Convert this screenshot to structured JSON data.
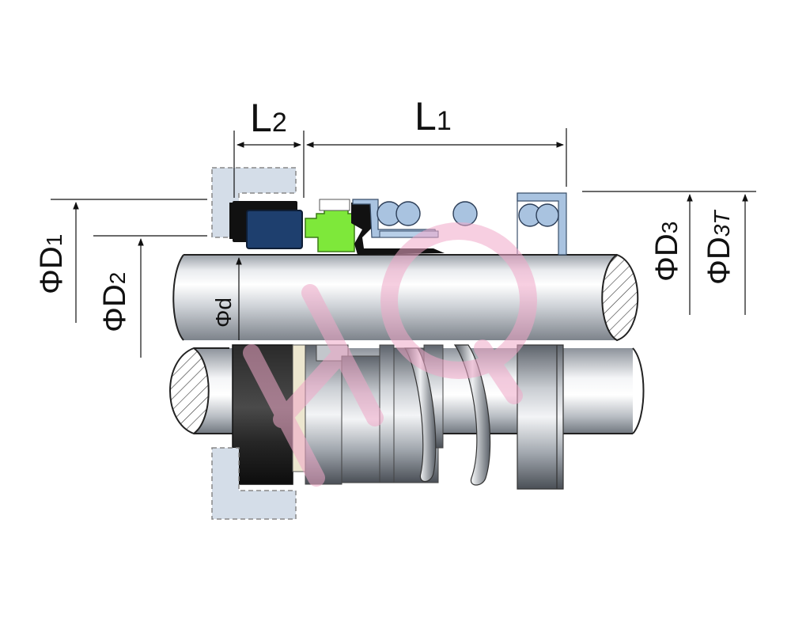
{
  "diagram": {
    "dimensions": {
      "L2": {
        "main": "L",
        "sub": "2"
      },
      "L1": {
        "main": "L",
        "sub": "1"
      },
      "D1": {
        "prefix": "Φ",
        "main": "D",
        "sub": "1"
      },
      "D2": {
        "prefix": "Φ",
        "main": "D",
        "sub": "2"
      },
      "D3": {
        "prefix": "Φ",
        "main": "D",
        "sub": "3"
      },
      "D3T": {
        "prefix": "Φ",
        "main": "D",
        "sub": "3T"
      },
      "d": {
        "prefix": "Φ",
        "main": "d"
      }
    },
    "watermark": "HQ",
    "colors": {
      "gland": "#d4dde8",
      "carbon_seat": "#1a1a1a",
      "seal_face": "#1e3f6e",
      "drive_ring": "#7ee83a",
      "retainer": "#a9c3e0",
      "elastomer": "#111111",
      "shaft_light": "#f2f3f5",
      "shaft_dark": "#8a8f96",
      "watermark": "#f0a8c8"
    }
  }
}
